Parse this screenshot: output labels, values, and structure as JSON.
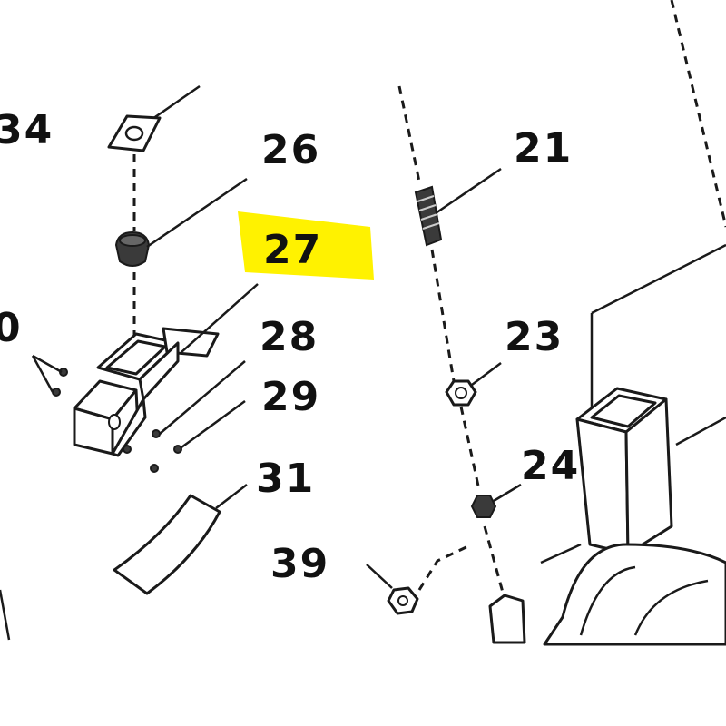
{
  "highlight_color": "#fff200",
  "ink_color": "#111111",
  "labels": {
    "p34": "34",
    "p26": "26",
    "p27": "27",
    "p30": "0",
    "p28": "28",
    "p29": "29",
    "p31": "31",
    "p21": "21",
    "p23": "23",
    "p24": "24",
    "p39": "39"
  }
}
